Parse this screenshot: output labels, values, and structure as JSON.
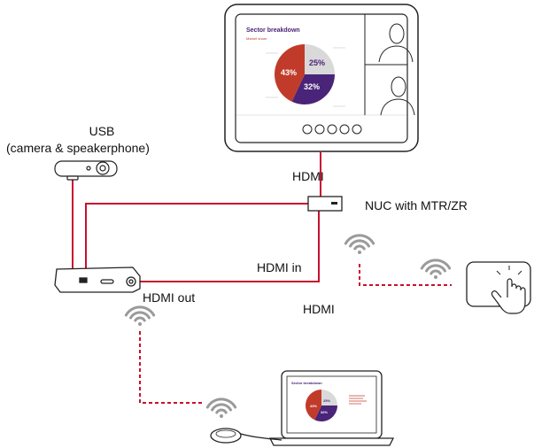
{
  "labels": {
    "usb": "USB",
    "usb_devices": "(camera & speakerphone)",
    "hdmi_top": "HDMI",
    "nuc": "NUC with MTR/ZR",
    "hdmi_in": "HDMI in",
    "hdmi_out": "HDMI out",
    "hdmi_bottom": "HDMI"
  },
  "screen": {
    "title": "Sector breakdown",
    "subtitle": "Market share"
  },
  "laptop_screen": {
    "title": "Sector breakdown"
  },
  "chart_data": {
    "type": "pie",
    "title": "Sector breakdown",
    "subtitle": "Market share",
    "values": [
      25,
      32,
      43
    ],
    "labels": [
      "25%",
      "32%",
      "43%"
    ],
    "colors": [
      "#d9d9d9",
      "#4a2478",
      "#c13b2a"
    ]
  },
  "colors": {
    "wired": "#c8102e",
    "wireless_icon": "#9a9a9a",
    "device_outline": "#222222",
    "pie_red": "#c13b2a",
    "pie_purple": "#4a2478",
    "pie_grey": "#d9d9d9"
  },
  "icons": {
    "camera": "usb-camera-icon",
    "display": "display-screen-icon",
    "nuc": "nuc-box-icon",
    "hub": "room-hub-icon",
    "touch": "touch-panel-icon",
    "laptop": "laptop-icon",
    "wifi": "wifi-icon",
    "dongle": "wireless-dongle-icon",
    "person": "person-icon"
  }
}
